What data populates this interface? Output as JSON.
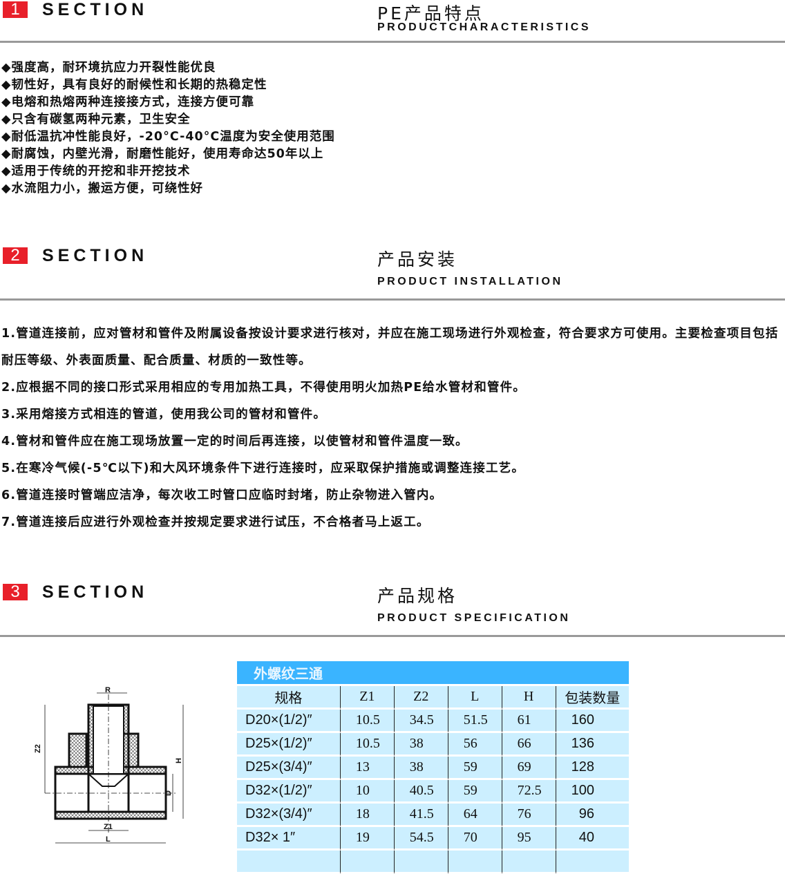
{
  "sections": [
    {
      "num": "1",
      "label": "SECTION",
      "cn": "PE产品特点",
      "en": "PRODUCTCHARACTERISTICS"
    },
    {
      "num": "2",
      "label": "SECTION",
      "cn": "产品安装",
      "en": "PRODUCT  INSTALLATION"
    },
    {
      "num": "3",
      "label": "SECTION",
      "cn": "产品规格",
      "en": "PRODUCT  SPECIFICATION"
    }
  ],
  "features": [
    "◆强度高，耐环境抗应力开裂性能优良",
    "◆韧性好，具有良好的耐候性和长期的热稳定性",
    "◆电熔和热熔两种连接接方式，连接方便可靠",
    "◆只含有碳氢两种元素，卫生安全",
    "◆耐低温抗冲性能良好，-20°C-40°C温度为安全使用范围",
    "◆耐腐蚀，内壁光滑，耐磨性能好，使用寿命达50年以上",
    "◆适用于传统的开挖和非开挖技术",
    "◆水流阻力小，搬运方便，可绕性好"
  ],
  "installation": [
    "1.管道连接前，应对管材和管件及附属设备按设计要求进行核对，并应在施工现场进行外观检查，符合要求方可使用。主要检查项目包括耐压等级、外表面质量、配合质量、材质的一致性等。",
    "2.应根据不同的接口形式采用相应的专用加热工具，不得使用明火加热PE给水管材和管件。",
    "3.采用熔接方式相连的管道，使用我公司的管材和管件。",
    "4.管材和管件应在施工现场放置一定的时间后再连接，以使管材和管件温度一致。",
    "5.在寒冷气候(-5℃以下)和大风环境条件下进行连接时，应采取保护措施或调整连接工艺。",
    "6.管道连接时管端应洁净，每次收工时管口应临时封堵，防止杂物进入管内。",
    "7.管道连接后应进行外观检查并按规定要求进行试压，不合格者马上返工。"
  ],
  "drawing": {
    "labels": [
      "R",
      "Z2",
      "H",
      "D",
      "Z1",
      "L"
    ]
  },
  "table": {
    "title": "外螺纹三通",
    "headers": [
      "规格",
      "Z1",
      "Z2",
      "L",
      "H",
      "包装数量"
    ],
    "rows": [
      [
        "D20×(1/2)″",
        "10.5",
        "34.5",
        "51.5",
        "61",
        "160"
      ],
      [
        "D25×(1/2)″",
        "10.5",
        "38",
        "56",
        "66",
        "136"
      ],
      [
        "D25×(3/4)″",
        "13",
        "38",
        "59",
        "69",
        "128"
      ],
      [
        "D32×(1/2)″",
        "10",
        "40.5",
        "59",
        "72.5",
        "100"
      ],
      [
        "D32×(3/4)″",
        "18",
        "41.5",
        "64",
        "76",
        "96"
      ],
      [
        "D32× 1″",
        "19",
        "54.5",
        "70",
        "95",
        "40"
      ],
      [
        "",
        "",
        "",
        "",
        "",
        ""
      ]
    ]
  },
  "colors": {
    "accent": "#e8202a",
    "table_header": "#3ab4ff",
    "table_row": "#ccefff"
  }
}
